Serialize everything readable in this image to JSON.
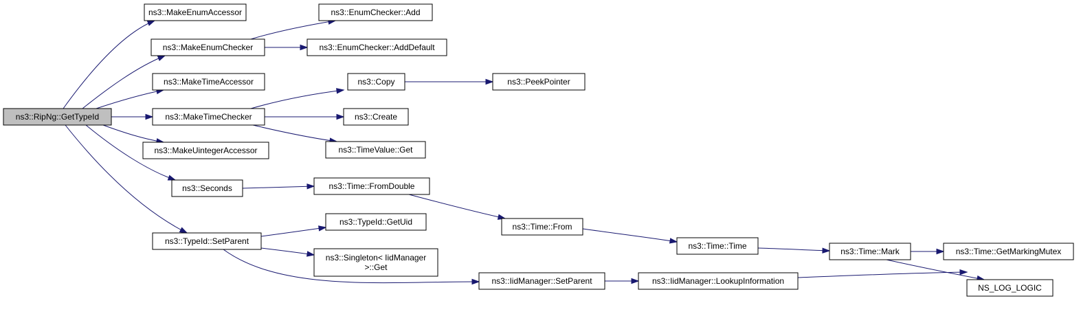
{
  "diagram": {
    "nodes": [
      {
        "id": "root",
        "lines": [
          "ns3::RipNg::GetTypeId"
        ],
        "root": true
      },
      {
        "id": "mea",
        "lines": [
          "ns3::MakeEnumAccessor"
        ]
      },
      {
        "id": "mec",
        "lines": [
          "ns3::MakeEnumChecker"
        ]
      },
      {
        "id": "eca",
        "lines": [
          "ns3::EnumChecker::Add"
        ]
      },
      {
        "id": "ecad",
        "lines": [
          "ns3::EnumChecker::AddDefault"
        ]
      },
      {
        "id": "mta",
        "lines": [
          "ns3::MakeTimeAccessor"
        ]
      },
      {
        "id": "mtc",
        "lines": [
          "ns3::MakeTimeChecker"
        ]
      },
      {
        "id": "copy",
        "lines": [
          "ns3::Copy"
        ]
      },
      {
        "id": "peek",
        "lines": [
          "ns3::PeekPointer"
        ]
      },
      {
        "id": "create",
        "lines": [
          "ns3::Create"
        ]
      },
      {
        "id": "tvget",
        "lines": [
          "ns3::TimeValue::Get"
        ]
      },
      {
        "id": "mua",
        "lines": [
          "ns3::MakeUintegerAccessor"
        ]
      },
      {
        "id": "seconds",
        "lines": [
          "ns3::Seconds"
        ]
      },
      {
        "id": "fromdouble",
        "lines": [
          "ns3::Time::FromDouble"
        ]
      },
      {
        "id": "from",
        "lines": [
          "ns3::Time::From"
        ]
      },
      {
        "id": "time",
        "lines": [
          "ns3::Time::Time"
        ]
      },
      {
        "id": "mark",
        "lines": [
          "ns3::Time::Mark"
        ]
      },
      {
        "id": "gmm",
        "lines": [
          "ns3::Time::GetMarkingMutex"
        ]
      },
      {
        "id": "log",
        "lines": [
          "NS_LOG_LOGIC"
        ]
      },
      {
        "id": "setparent",
        "lines": [
          "ns3::TypeId::SetParent"
        ]
      },
      {
        "id": "getuid",
        "lines": [
          "ns3::TypeId::GetUid"
        ]
      },
      {
        "id": "singleton",
        "lines": [
          "ns3::Singleton< IidManager",
          ">::Get"
        ]
      },
      {
        "id": "iidsetparent",
        "lines": [
          "ns3::IidManager::SetParent"
        ]
      },
      {
        "id": "lookup",
        "lines": [
          "ns3::IidManager::LookupInformation"
        ]
      }
    ],
    "edges": [
      [
        "root",
        "mea"
      ],
      [
        "root",
        "mec"
      ],
      [
        "root",
        "mta"
      ],
      [
        "root",
        "mtc"
      ],
      [
        "root",
        "mua"
      ],
      [
        "root",
        "seconds"
      ],
      [
        "root",
        "setparent"
      ],
      [
        "mec",
        "eca"
      ],
      [
        "mec",
        "ecad"
      ],
      [
        "mtc",
        "copy"
      ],
      [
        "mtc",
        "create"
      ],
      [
        "mtc",
        "tvget"
      ],
      [
        "copy",
        "peek"
      ],
      [
        "seconds",
        "fromdouble"
      ],
      [
        "fromdouble",
        "from"
      ],
      [
        "from",
        "time"
      ],
      [
        "time",
        "mark"
      ],
      [
        "mark",
        "gmm"
      ],
      [
        "mark",
        "log"
      ],
      [
        "setparent",
        "getuid"
      ],
      [
        "setparent",
        "singleton"
      ],
      [
        "setparent",
        "iidsetparent"
      ],
      [
        "iidsetparent",
        "lookup"
      ],
      [
        "lookup",
        "log"
      ]
    ]
  }
}
